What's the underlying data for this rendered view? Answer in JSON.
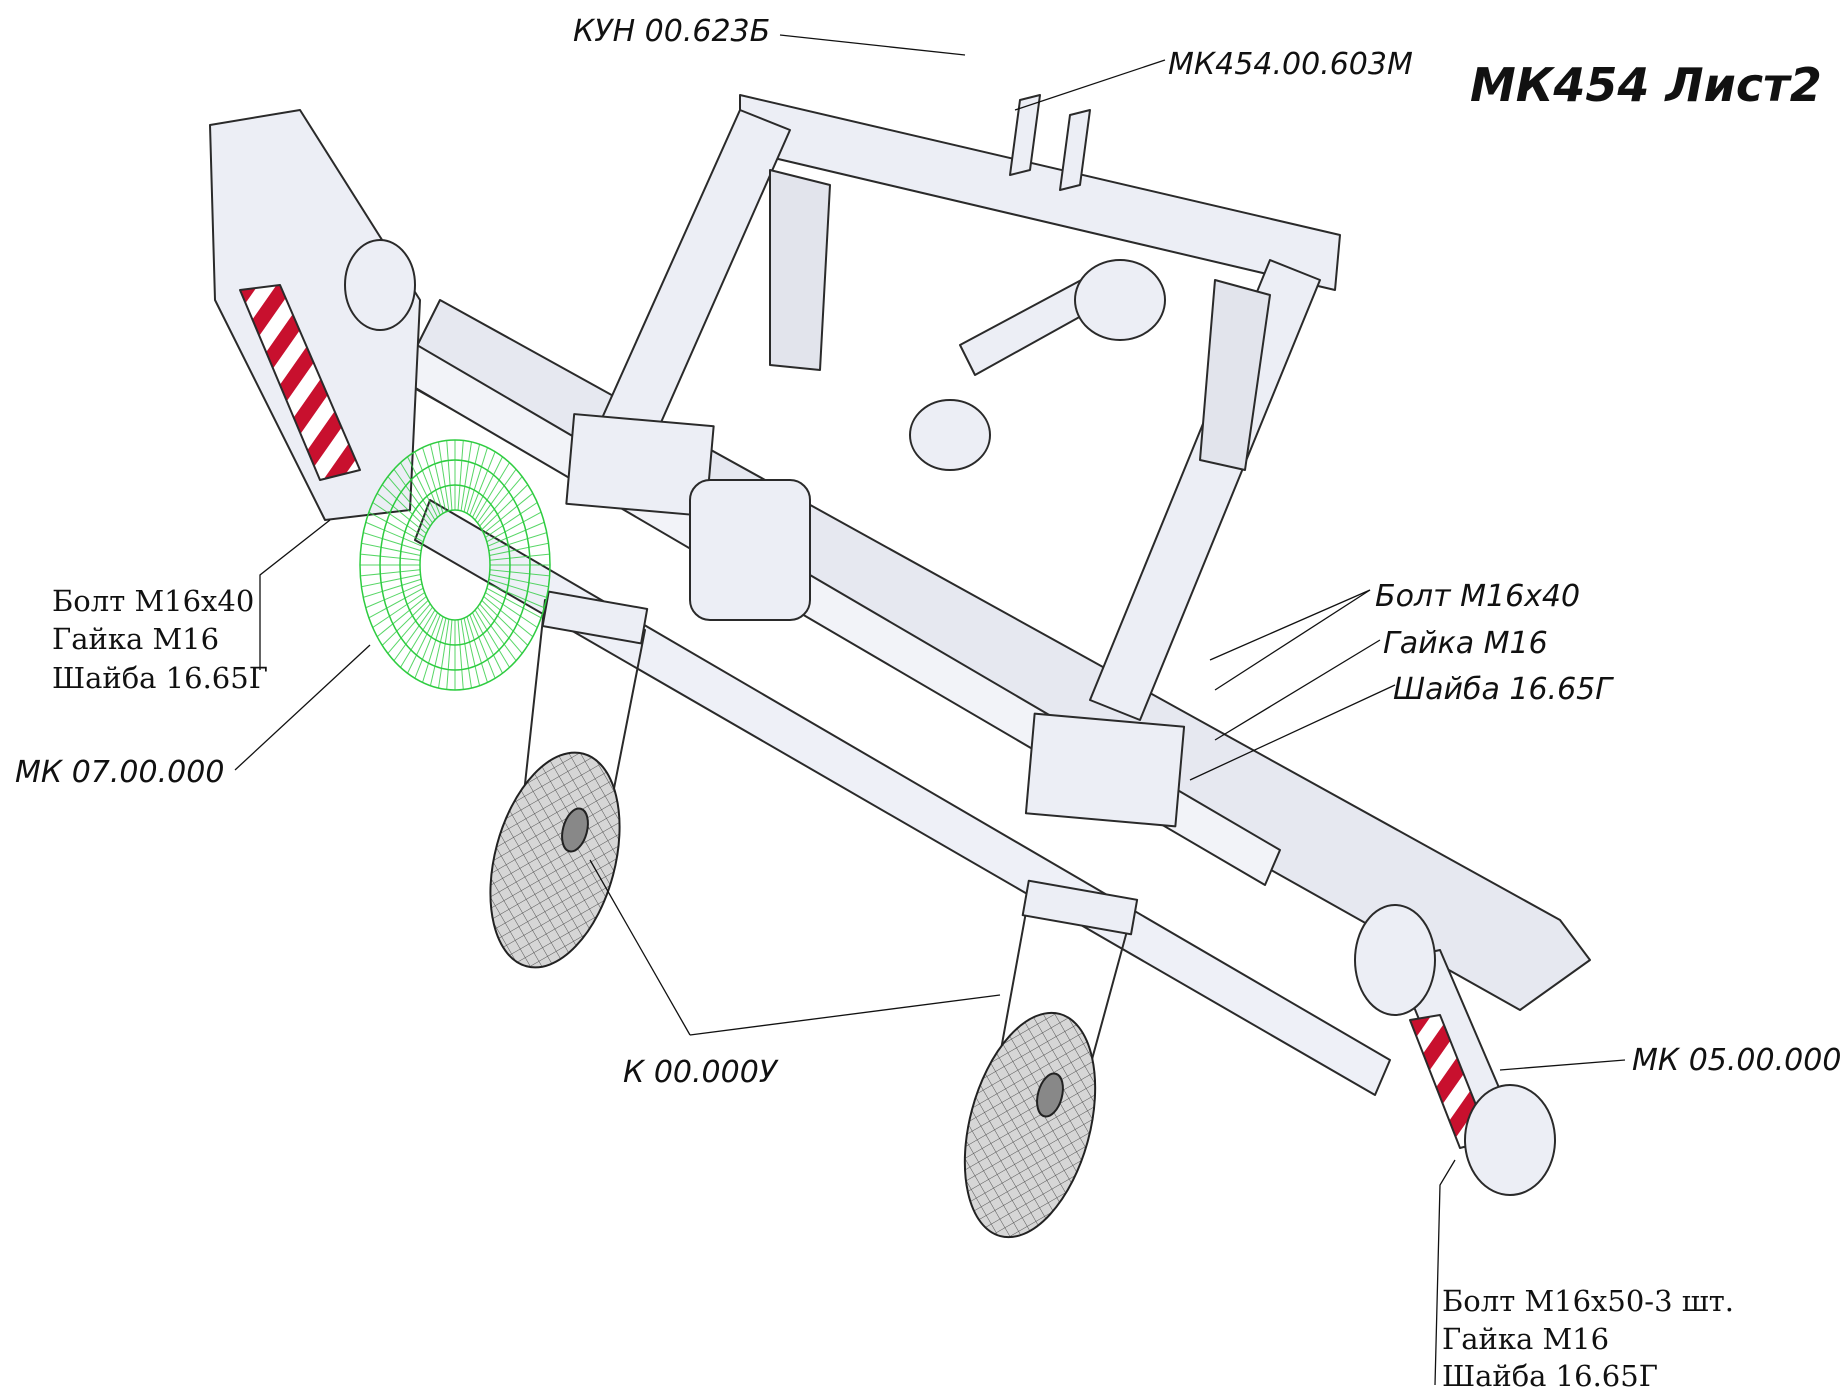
{
  "title": "МК454 Лист2",
  "labels": {
    "kun": "КУН 00.623Б",
    "mk454_603": "МК454.00.603М",
    "left_group": [
      "Болт М16х40",
      "Гайка М16",
      "Шайба 16.65Г"
    ],
    "mk07": "МК 07.00.000",
    "right_group": [
      "Болт М16х40",
      "Гайка М16",
      "Шайба 16.65Г"
    ],
    "k00": "К 00.000У",
    "mk05": "МК 05.00.000",
    "bottom_group": [
      "Болт М16х50-3 шт.",
      "Гайка М16",
      "Шайба 16.65Г"
    ]
  },
  "colors": {
    "part_fill": "#eceef5",
    "part_stroke": "#2a2a2a",
    "brush": "#2ecc40",
    "warning_red": "#c8102e",
    "tire": "#bdbdbd"
  }
}
